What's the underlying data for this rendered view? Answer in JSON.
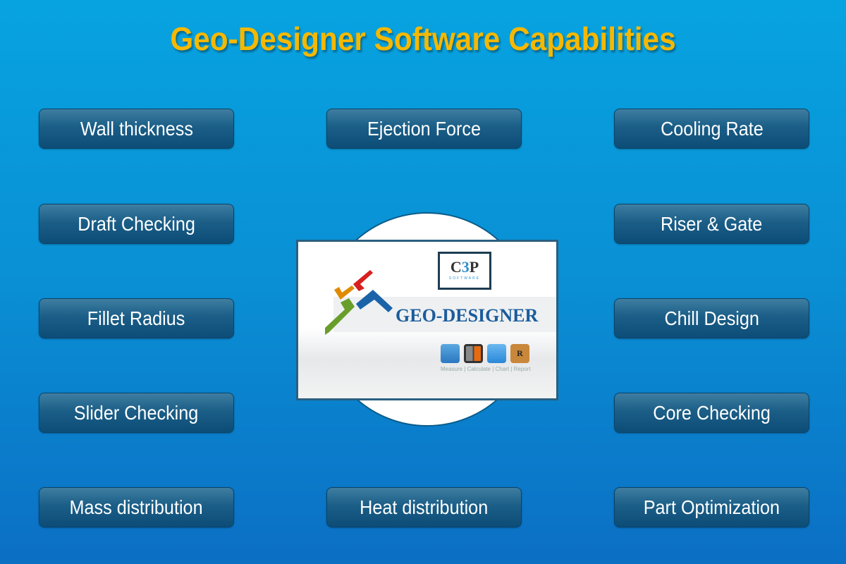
{
  "title": "Geo-Designer Software Capabilities",
  "left_column": [
    "Wall thickness",
    "Draft Checking",
    "Fillet Radius",
    "Slider Checking",
    "Mass distribution"
  ],
  "middle_column": [
    "Ejection Force",
    "Heat distribution"
  ],
  "right_column": [
    "Cooling Rate",
    "Riser & Gate",
    "Chill Design",
    "Core Checking",
    "Part Optimization"
  ],
  "logo": {
    "brand": "C3P",
    "brand_sub": "SOFTWARE",
    "product": "GEO-DESIGNER",
    "icon_caption": "Measure | Calculate | Chart | Report",
    "report_letter": "R"
  },
  "colors": {
    "title": "#f5b800",
    "button": "#1b5e87",
    "background": "#0a8fd4"
  }
}
